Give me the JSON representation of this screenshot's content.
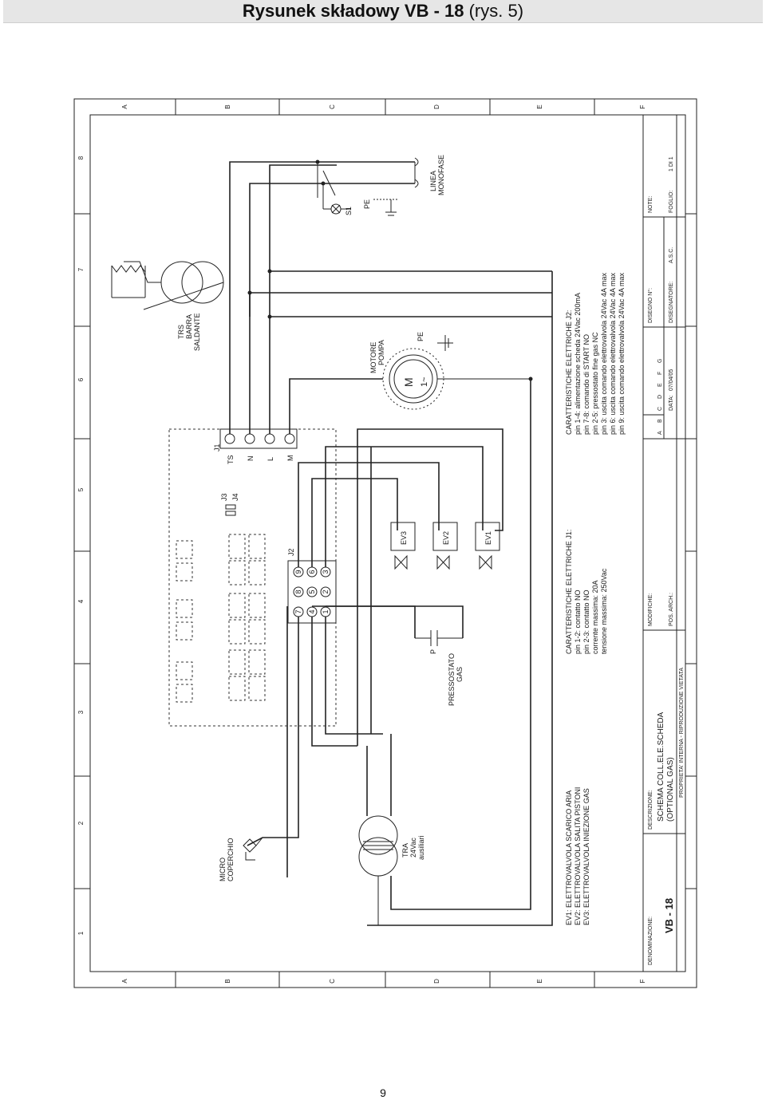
{
  "header": {
    "title_bold": "Rysunek składowy VB - 18",
    "title_rest": "(rys. 5)"
  },
  "frame": {
    "row_letters": [
      "A",
      "B",
      "C",
      "D",
      "E",
      "F"
    ],
    "column_numbers": [
      "1",
      "2",
      "3",
      "4",
      "5",
      "6",
      "7",
      "8"
    ]
  },
  "labels": {
    "j1": "J1",
    "j2": "J2",
    "j3": "J3",
    "j4": "J4",
    "ts": "TS",
    "n": "N",
    "l": "L",
    "m": "M",
    "s1": "S1",
    "pe_top": "PE",
    "linea_1": "LINEA",
    "linea_2": "MONOFASE",
    "trs_1": "TRS",
    "trs_2": "BARRA",
    "trs_3": "SALDANTE",
    "motor_1": "MOTORE",
    "motor_2": "POMPA",
    "motor_m": "M",
    "motor_phase": "1~",
    "pe_motor": "PE",
    "ev1": "EV1",
    "ev2": "EV2",
    "ev3": "EV3",
    "p_label": "P",
    "press_1": "PRESSOSTATO",
    "press_2": "GAS",
    "micro_1": "MICRO",
    "micro_2": "COPERCHIO",
    "tra_1": "TRA",
    "tra_2": "24Vac",
    "tra_3": "ausiliari",
    "j2_pins": [
      "7",
      "8",
      "9",
      "4",
      "5",
      "6",
      "1",
      "2",
      "3"
    ]
  },
  "legend": {
    "ev_lines": [
      "EV1:   ELETTROVALVOLA SCARICO ARIA",
      "EV2:   ELETTROVALVOLA SALITA PISTONI",
      "EV3:   ELETTROVALVOLA INIEZIONE GAS"
    ],
    "j1_title": "CARATTERISTICHE ELETTRICHE J1:",
    "j1_lines": [
      "pin 1-2:              contatto NO",
      "pin 2-3:              contatto NO",
      "corrente massima:     20A",
      "tensione massima:     250Vac"
    ],
    "j2_title": "CARATTERISTICHE ELETTRICHE J2:",
    "j2_lines": [
      "pin 1-4:   alimentazione scheda 24Vac 200mA",
      "pin 7-8:   comando di START NO",
      "pin 2-5:   pressostato fine gas NC",
      "pin 3:     uscita comando elettrovalvola 24Vac 4A max",
      "pin 6:     uscita comando elettrovalvola 24Vac 4A max",
      "pin 9:     uscita comando elettrovalvola 24Vac 4A max"
    ]
  },
  "title_block": {
    "denominazione_label": "DENOMINAZIONE:",
    "denominazione_value": "VB - 18",
    "descrizione_label": "DESCRIZIONE:",
    "descrizione_value_1": "SCHEMA COLL.ELE.SCHEDA",
    "descrizione_value_2": "(OPTIONAL GAS)",
    "proprieta": "PROPRIETA' INTERNA - RIPRODUZIONE VIETATA",
    "modifiche_label": "MODIFICHE:",
    "modifiche_letters": [
      "A",
      "B",
      "C",
      "D",
      "E",
      "F",
      "G"
    ],
    "pos_arch_label": "POS. ARCH.:",
    "data_label": "DATA:",
    "data_value": "07/04/05",
    "disegno_label": "DISEGNO N°:",
    "disegnatore_label": "DISEGNATORE:",
    "disegnatore_value": "A.S.C.",
    "note_label": "NOTE:",
    "foglio_label": "FOGLIO:",
    "foglio_value": "1 DI 1"
  },
  "page_number": "9"
}
